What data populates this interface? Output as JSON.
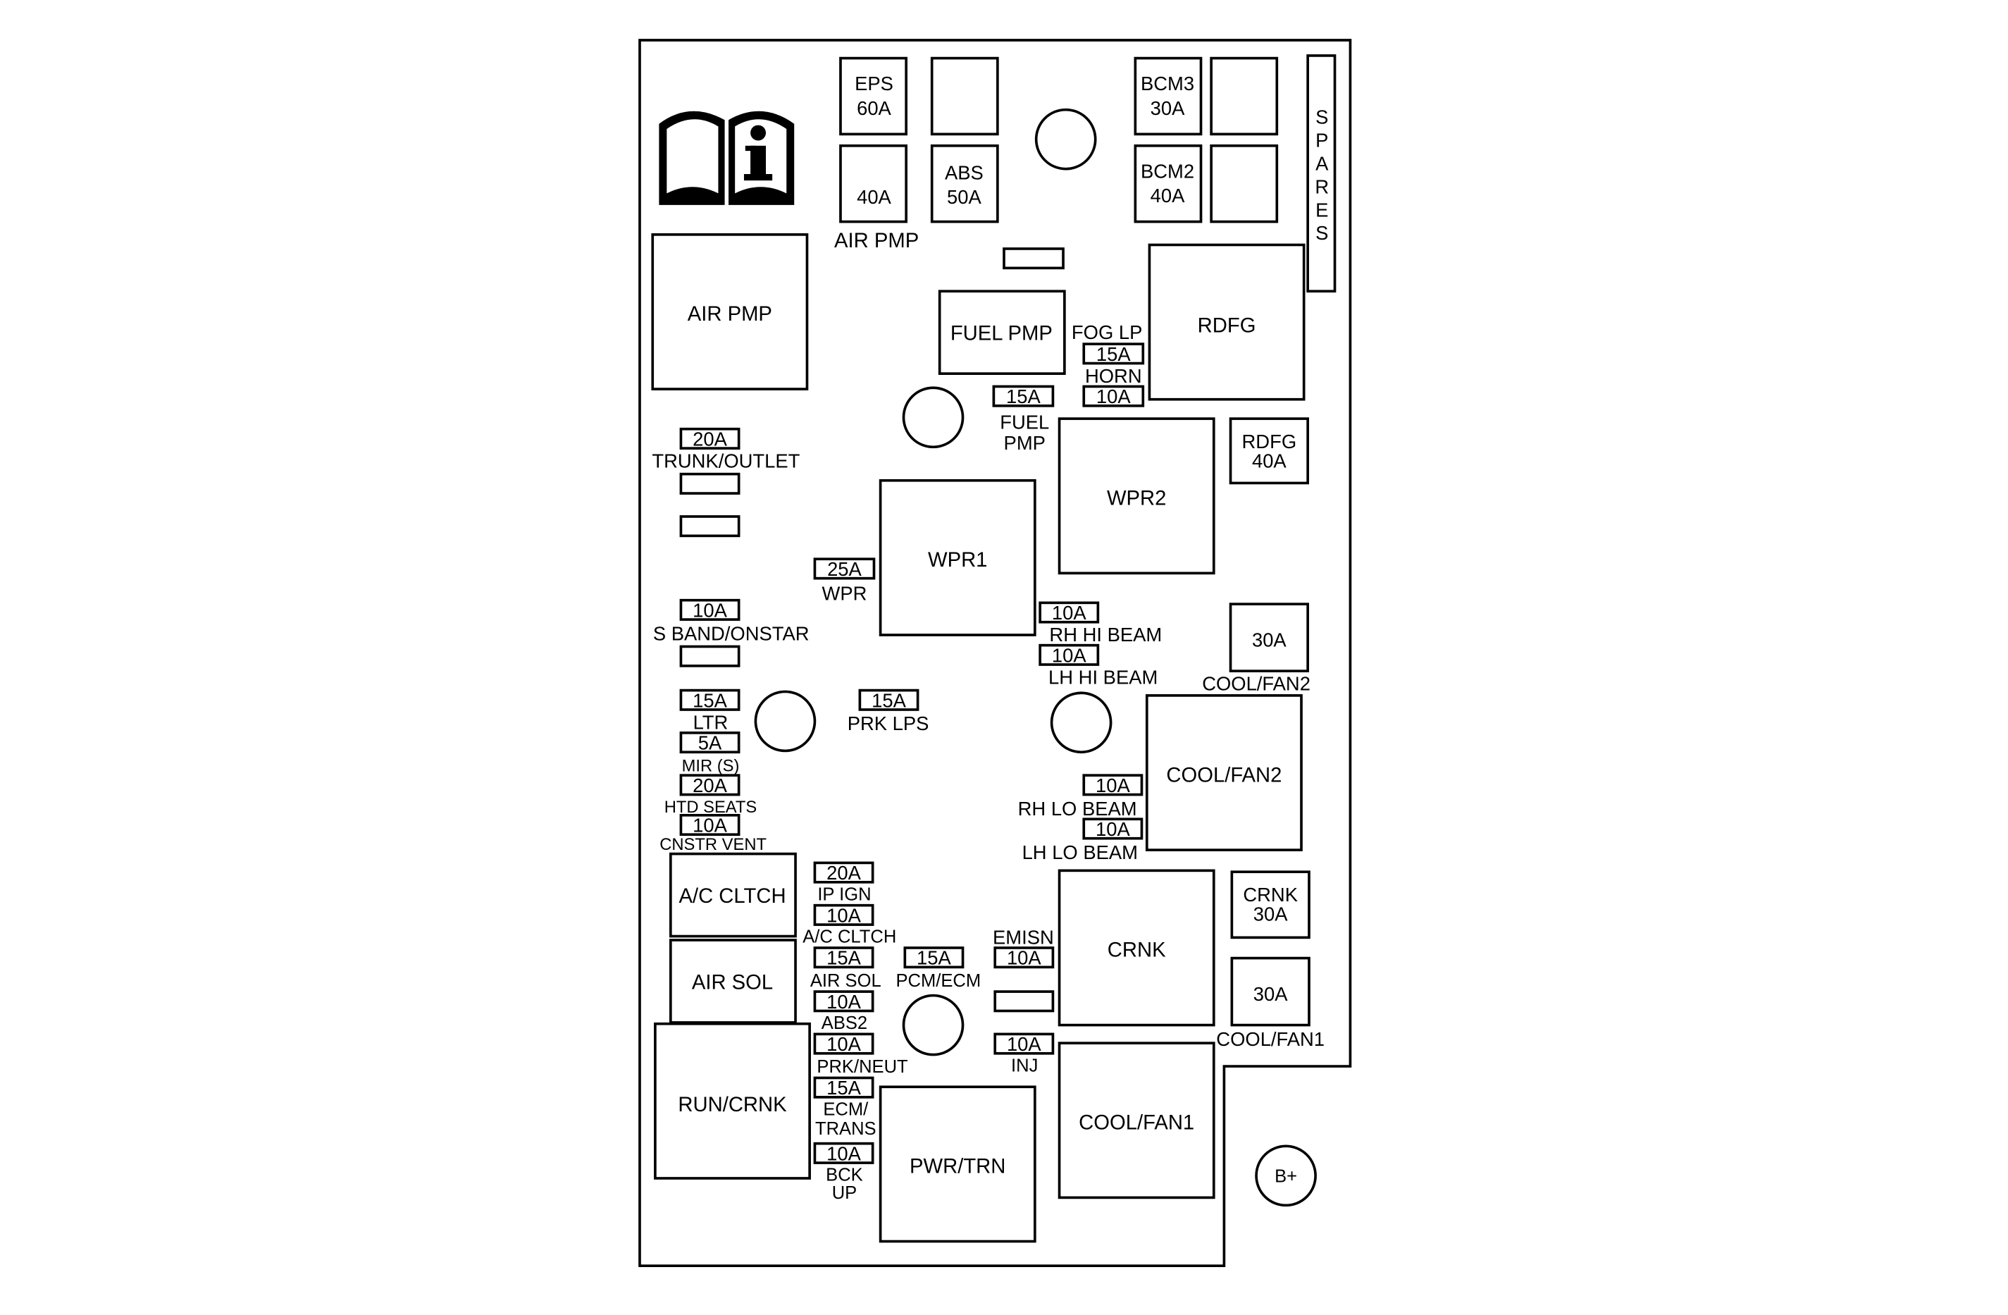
{
  "panel": {
    "spares_label": "SPARES",
    "b_plus": "B+"
  },
  "mini_fuses": {
    "fog_lp": "15A",
    "horn": "10A",
    "fuel_pmp": "15A",
    "trunk_outlet": "20A",
    "wpr": "25A",
    "s_band_onstar": "10A",
    "rh_hi_beam": "10A",
    "lh_hi_beam": "10A",
    "ltr": "15A",
    "prk_lps": "15A",
    "mir_s": "5A",
    "htd_seats": "20A",
    "cnstr_vent": "10A",
    "rh_lo_beam": "10A",
    "lh_lo_beam": "10A",
    "ip_ign": "20A",
    "ac_cltch": "10A",
    "air_sol": "15A",
    "pcm_ecm": "15A",
    "emisn": "10A",
    "abs2": "10A",
    "prk_neut": "10A",
    "inj": "10A",
    "ecm_trans": "15A",
    "bck_up": "10A"
  },
  "labels": {
    "air_pmp_top": "AIR PMP",
    "fog_lp": "FOG LP",
    "horn": "HORN",
    "fuel_pmp_1": "FUEL",
    "fuel_pmp_2": "PMP",
    "trunk_outlet": "TRUNK/OUTLET",
    "wpr": "WPR",
    "s_band_onstar": "S BAND/ONSTAR",
    "rh_hi_beam": "RH HI BEAM",
    "lh_hi_beam": "LH HI BEAM",
    "cool_fan2_small": "COOL/FAN2",
    "ltr": "LTR",
    "prk_lps": "PRK LPS",
    "mir_s": "MIR (S)",
    "htd_seats": "HTD SEATS",
    "cnstr_vent": "CNSTR VENT",
    "rh_lo_beam": "RH LO BEAM",
    "lh_lo_beam": "LH LO BEAM",
    "ip_ign": "IP IGN",
    "ac_cltch": "A/C CLTCH",
    "air_sol": "AIR SOL",
    "pcm_ecm": "PCM/ECM",
    "emisn": "EMISN",
    "abs2": "ABS2",
    "prk_neut": "PRK/NEUT",
    "inj": "INJ",
    "ecm_trans_1": "ECM/",
    "ecm_trans_2": "TRANS",
    "bck_up_1": "BCK",
    "bck_up_2": "UP",
    "cool_fan1_small": "COOL/FAN1"
  },
  "maxi_fuses": {
    "eps_1": "EPS",
    "eps_2": "60A",
    "air_pmp": "40A",
    "abs_1": "ABS",
    "abs_2": "50A",
    "bcm3_1": "BCM3",
    "bcm3_2": "30A",
    "bcm2_1": "BCM2",
    "bcm2_2": "40A",
    "rdfg_1": "RDFG",
    "rdfg_2": "40A",
    "cool_fan2": "30A",
    "crnk_1": "CRNK",
    "crnk_2": "30A",
    "cool_fan1": "30A"
  },
  "relays": {
    "air_pmp": "AIR PMP",
    "fuel_pmp": "FUEL PMP",
    "rdfg": "RDFG",
    "wpr2": "WPR2",
    "wpr1": "WPR1",
    "cool_fan2": "COOL/FAN2",
    "ac_cltch": "A/C CLTCH",
    "air_sol": "AIR SOL",
    "crnk": "CRNK",
    "run_crnk": "RUN/CRNK",
    "cool_fan1": "COOL/FAN1",
    "pwr_trn": "PWR/TRN"
  },
  "colors": {
    "line": "#000000",
    "background": "#ffffff"
  },
  "icons": [
    "owner-manual-info-icon"
  ]
}
